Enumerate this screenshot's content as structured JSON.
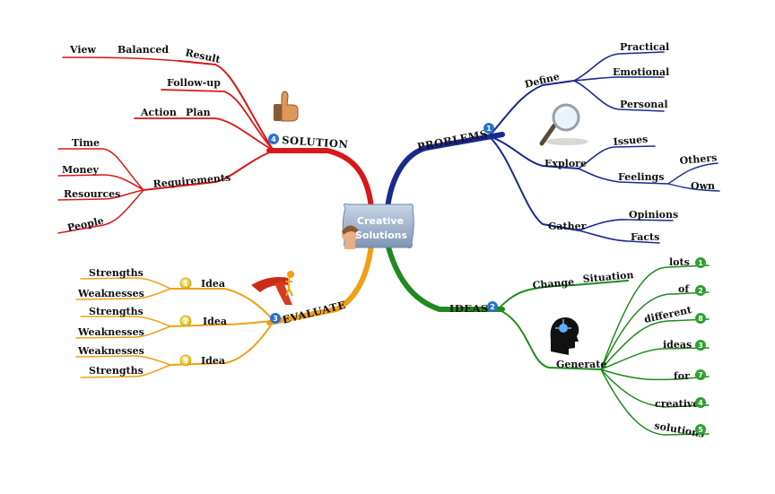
{
  "center": {
    "line1": "Creative",
    "line2": "Solutions"
  },
  "problems": {
    "title": "PROBLEMS",
    "badge": "1",
    "define": {
      "label": "Define",
      "items": [
        "Practical",
        "Emotional",
        "Personal"
      ]
    },
    "explore": {
      "label": "Explore",
      "issues": "Issues",
      "feelings": "Feelings",
      "feelings_items": [
        "Others",
        "Own"
      ]
    },
    "gather": {
      "label": "Gather",
      "items": [
        "Opinions",
        "Facts"
      ]
    }
  },
  "ideas": {
    "title": "IDEAS",
    "badge": "2",
    "change": {
      "word1": "Change",
      "word2": "Situation"
    },
    "generate": {
      "label": "Generate",
      "items": [
        {
          "text": "lots",
          "badge": "1"
        },
        {
          "text": "of",
          "badge": "2"
        },
        {
          "text": "different",
          "badge": "8"
        },
        {
          "text": "ideas",
          "badge": "3"
        },
        {
          "text": "for",
          "badge": "7"
        },
        {
          "text": "creative",
          "badge": "4"
        },
        {
          "text": "solutions",
          "badge": "5"
        }
      ]
    }
  },
  "evaluate": {
    "title": "EVALUATE",
    "badge": "3",
    "ideas": [
      {
        "label": "Idea",
        "badge": "1",
        "items": [
          "Strengths",
          "Weaknesses"
        ]
      },
      {
        "label": "Idea",
        "badge": "2",
        "items": [
          "Strengths",
          "Weaknesses"
        ]
      },
      {
        "label": "Idea",
        "badge": "3",
        "items": [
          "Weaknesses",
          "Strengths"
        ]
      }
    ]
  },
  "solution": {
    "title": "SOLUTION",
    "badge": "4",
    "result": {
      "label": "Result",
      "items": [
        "View",
        "Balanced"
      ]
    },
    "followup": "Follow-up",
    "action": {
      "word1": "Action",
      "word2": "Plan"
    },
    "requirements": {
      "label": "Requirements",
      "items": [
        "Time",
        "Money",
        "Resources",
        "People"
      ]
    }
  },
  "colors": {
    "problems": "#1a2a8c",
    "ideas": "#1f8a1f",
    "evaluate": "#f0a018",
    "solution": "#d81818",
    "badge_blue": "#2a72c8",
    "badge_green": "#2ea02e",
    "badge_yellow": "#e8c818"
  }
}
